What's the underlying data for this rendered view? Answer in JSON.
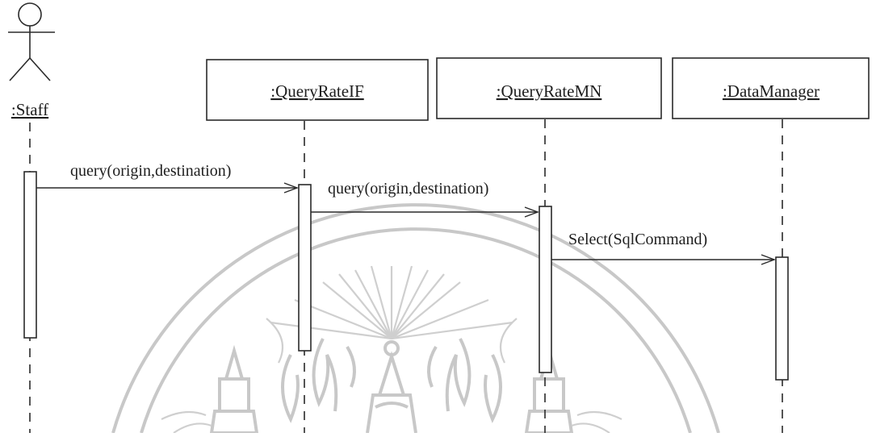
{
  "diagram": {
    "type": "uml-sequence",
    "actor": {
      "label": ":Staff"
    },
    "objects": [
      {
        "id": "queryrateif",
        "label": ":QueryRateIF"
      },
      {
        "id": "queryratemn",
        "label": ":QueryRateMN"
      },
      {
        "id": "datamanager",
        "label": ":DataManager"
      }
    ],
    "messages": [
      {
        "from": "staff",
        "to": "queryrateif",
        "label": "query(origin,destination)"
      },
      {
        "from": "queryrateif",
        "to": "queryratemn",
        "label": "query(origin,destination)"
      },
      {
        "from": "queryratemn",
        "to": "datamanager",
        "label": "Select(SqlCommand)"
      }
    ]
  },
  "watermark": {
    "kind": "university-seal",
    "color": "#c8c8c8"
  }
}
